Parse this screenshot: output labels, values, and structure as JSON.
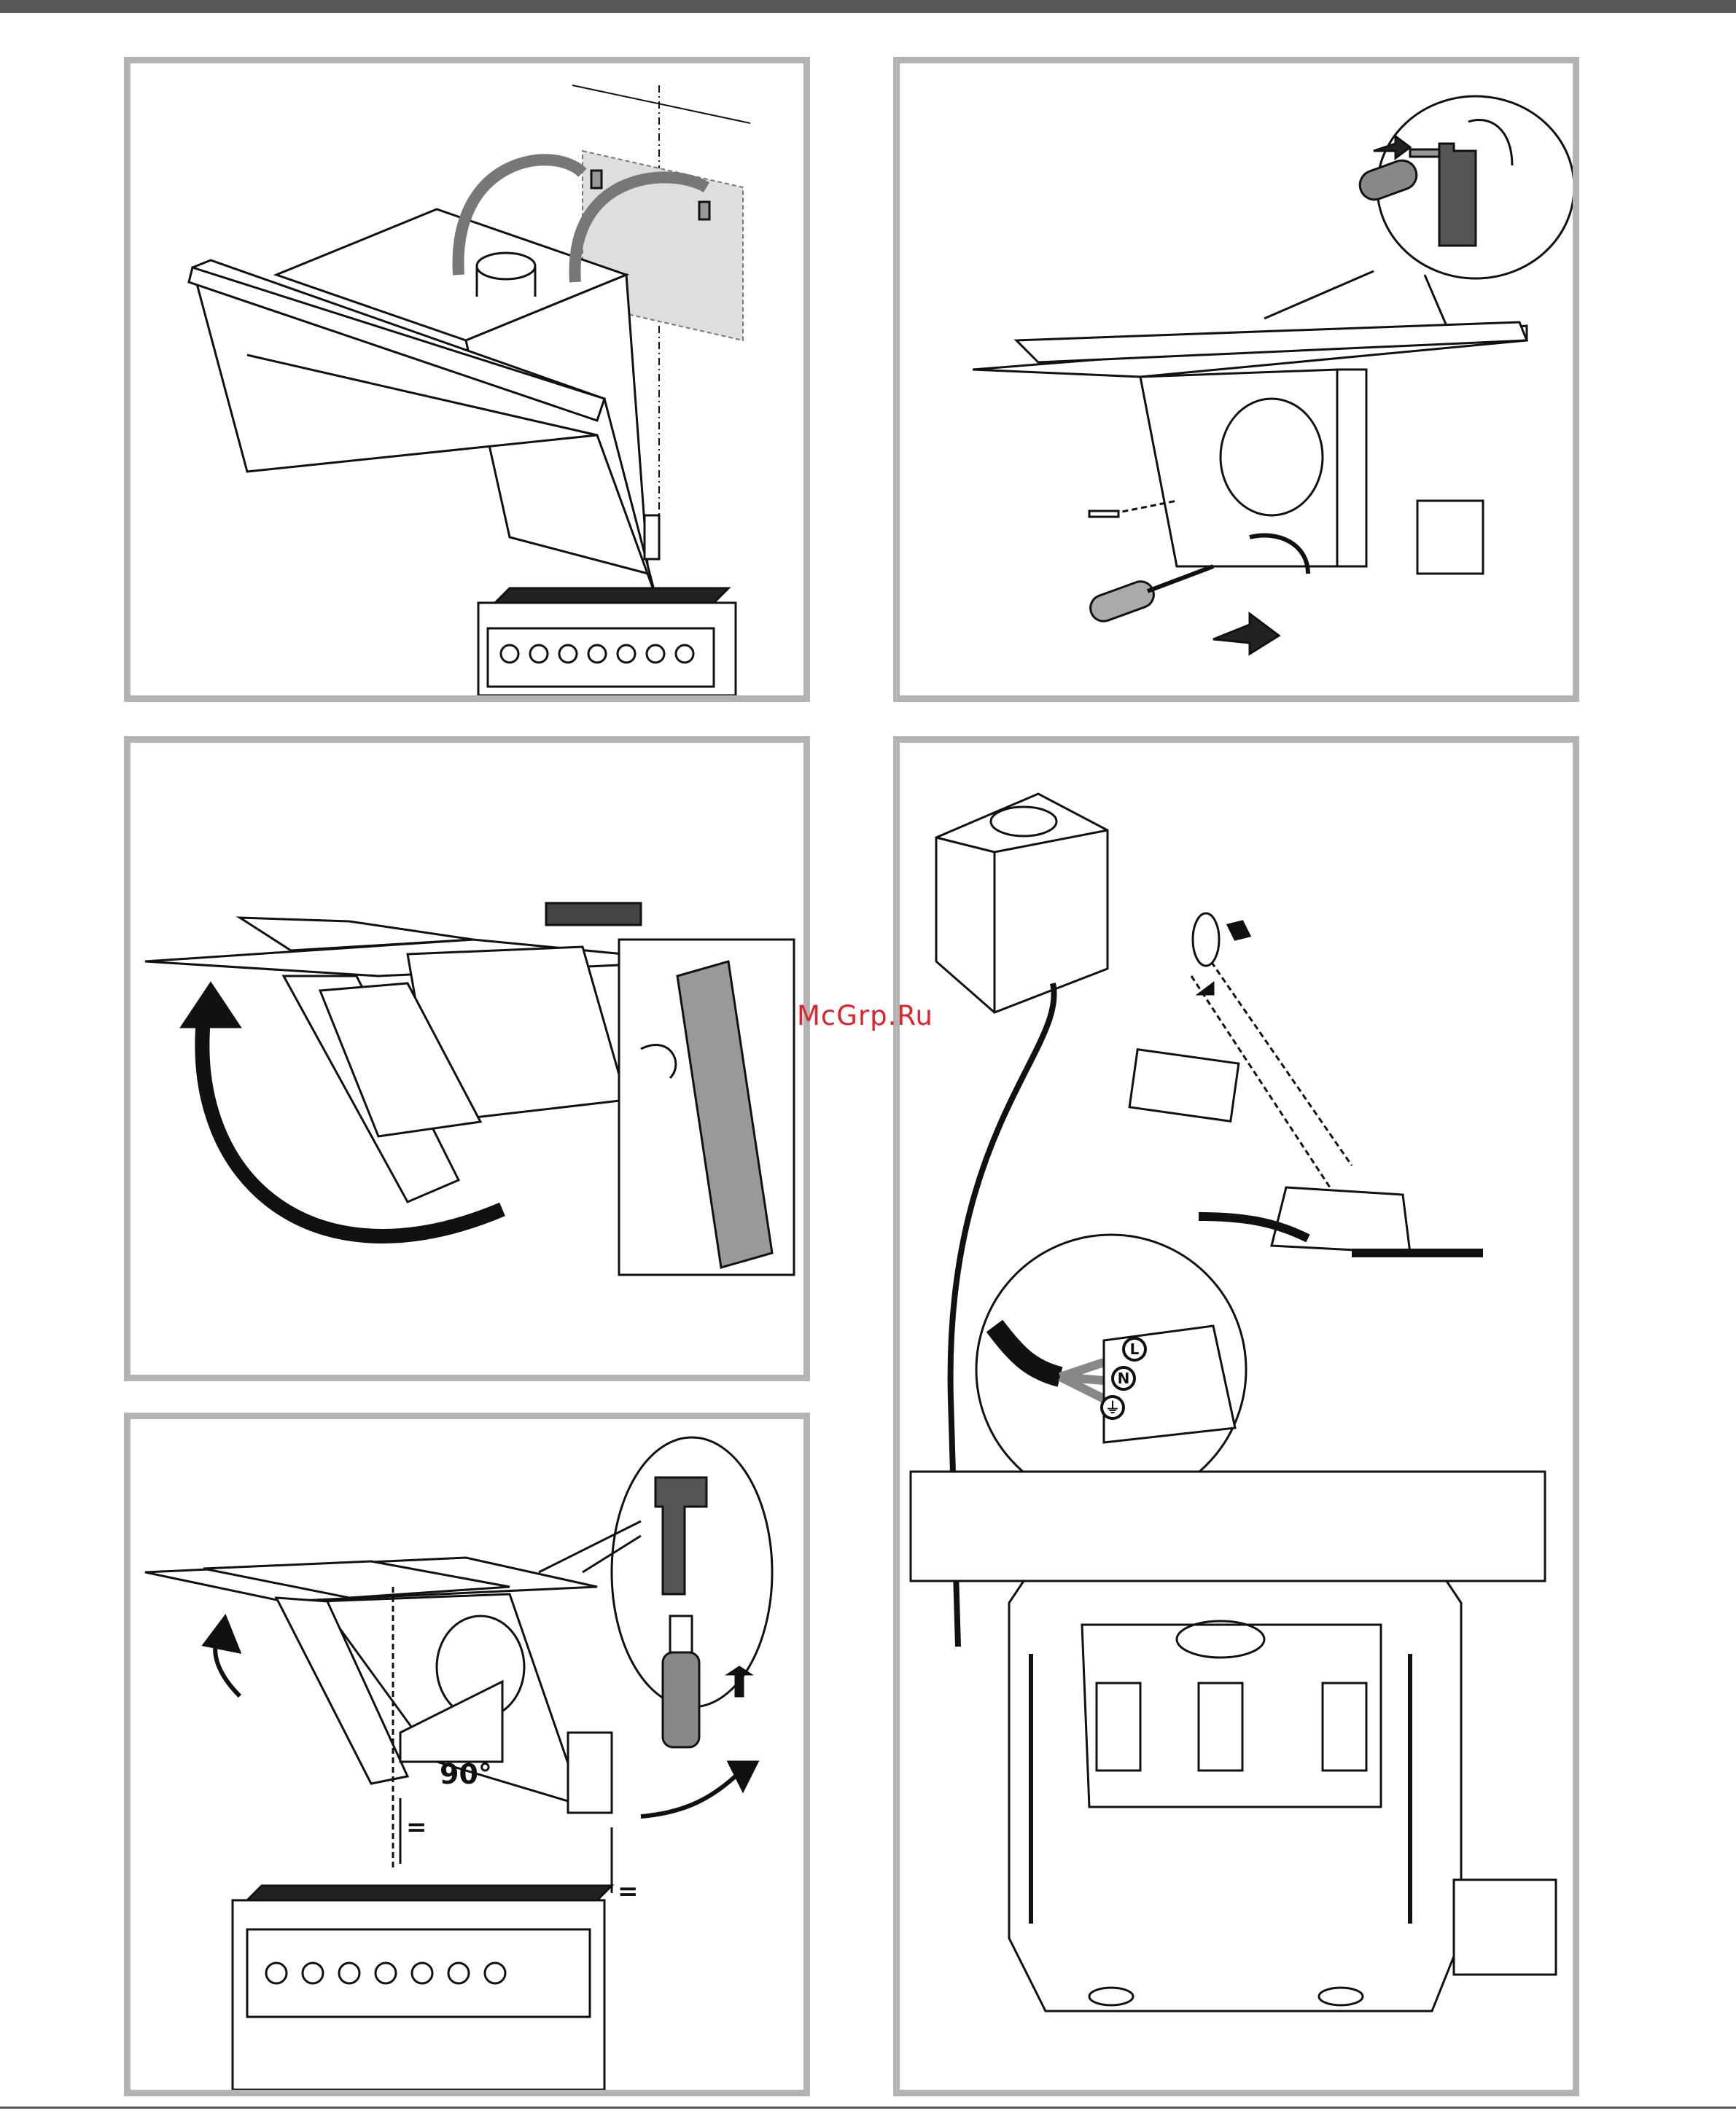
{
  "watermark": {
    "text": "McGrp.Ru"
  },
  "panel4": {
    "angle_label": "90°",
    "equal_left": "=",
    "equal_right": "="
  },
  "panel5": {
    "terminal_labels": [
      "L",
      "N",
      "⏚"
    ]
  },
  "colors": {
    "frame": "#b3b3b3",
    "bar": "#58585a",
    "watermark": "#e0232b",
    "wall_plate": "#dedede",
    "bracket": "#777777"
  }
}
